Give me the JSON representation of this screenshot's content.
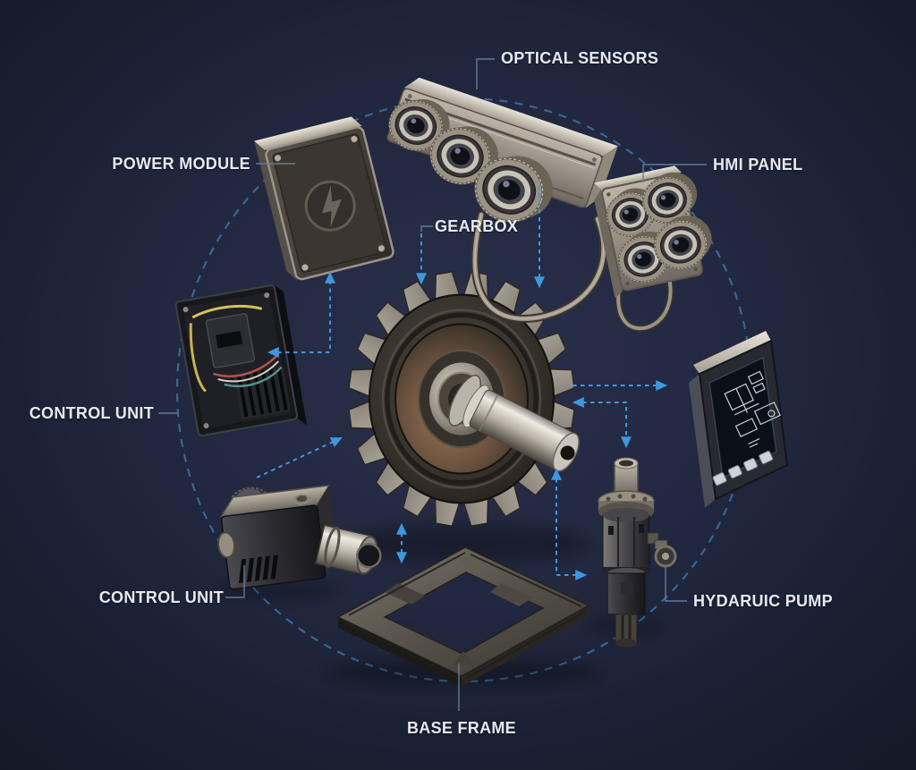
{
  "palette": {
    "arrow": "#3f97dd",
    "orbit": "#3a6f9e",
    "connector": "#64809e",
    "label_text": "#e6e9f0",
    "background_center": "#293049",
    "background_edge": "#141927"
  },
  "labels": {
    "optical_sensors": "OPTICAL SENSORS",
    "power_module": "POWER MODULE",
    "hmi_panel": "HMI PANEL",
    "gearbox": "GEARBOX",
    "control_unit_left": "CONTROL UNIT",
    "control_unit_bottom": "CONTROL UNIT",
    "hydraulic_pump": "HYDARUIC PUMP",
    "base_frame": "BASE FRAME"
  }
}
